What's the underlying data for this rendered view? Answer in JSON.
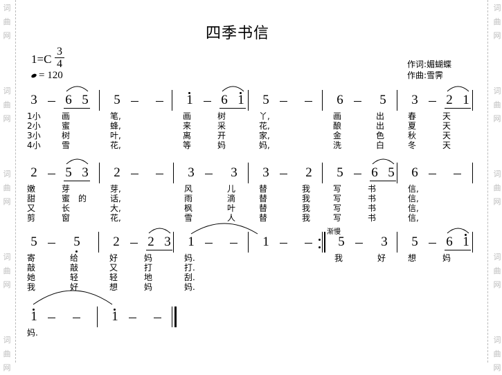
{
  "title": "四季书信",
  "key": "1=C",
  "time_signature": {
    "top": "3",
    "bottom": "4"
  },
  "tempo": {
    "note_icon": "quarter-note",
    "value": "= 120"
  },
  "lyricist": "作词:媚蝴蝶",
  "composer": "作曲:雪霁",
  "watermark": [
    "词",
    "曲",
    "网"
  ],
  "tempo_marking": "渐慢",
  "rows": [
    {
      "measures": [
        {
          "notes": [
            "3",
            "",
            "-",
            "",
            "6",
            "5"
          ],
          "slur": true,
          "ly": {
            "0": [
              "1小",
              "2小",
              "3小",
              "4小"
            ],
            "4": [
              "画",
              "蜜",
              "树",
              "雪"
            ]
          }
        },
        {
          "notes": [
            "5",
            "",
            "-",
            "",
            "-",
            ""
          ],
          "ly": {
            "0": [
              "笔,",
              "蜂,",
              "叶,",
              "花,"
            ]
          }
        },
        {
          "notes": [
            "1^",
            "",
            "-",
            "",
            "6",
            "1^"
          ],
          "slur": true,
          "ly": {
            "0": [
              "画",
              "来",
              "离",
              "等"
            ],
            "4": [
              "树",
              "采",
              "开",
              "妈"
            ]
          }
        },
        {
          "notes": [
            "5",
            "",
            "-",
            "",
            "-",
            ""
          ],
          "ly": {
            "0": [
              "丫,",
              "花,",
              "家,",
              "妈,"
            ]
          }
        },
        {
          "notes": [
            "6",
            "",
            "-",
            "",
            "5",
            ""
          ],
          "ly": {
            "0": [
              "画",
              "酿",
              "金",
              "洗"
            ],
            "4": [
              "出",
              "出",
              "色",
              "白"
            ]
          }
        },
        {
          "notes": [
            "3",
            "",
            "-",
            "",
            "2",
            "1"
          ],
          "slur": true,
          "ly": {
            "0": [
              "春",
              "夏",
              "秋",
              "冬"
            ],
            "4": [
              "天",
              "天",
              "天",
              "天"
            ]
          }
        }
      ]
    },
    {
      "measures": [
        {
          "notes": [
            "2",
            "",
            "-",
            "",
            "5",
            "3"
          ],
          "slur": true,
          "ly": {
            "0": [
              "嫩",
              "甜",
              "又",
              "剪"
            ],
            "4": [
              "芽",
              "蜜",
              "长",
              "窗"
            ],
            "5": [
              "",
              "的",
              "",
              ""
            ]
          }
        },
        {
          "notes": [
            "2",
            "",
            "-",
            "",
            "-",
            ""
          ],
          "ly": {
            "0": [
              "芽,",
              "话,",
              "大,",
              "花,"
            ]
          }
        },
        {
          "notes": [
            "3",
            "",
            "-",
            "",
            "3",
            ""
          ],
          "ly": {
            "0": [
              "风",
              "雨",
              "枫",
              "雪"
            ],
            "4": [
              "儿",
              "滴",
              "叶",
              "人"
            ]
          }
        },
        {
          "notes": [
            "3",
            "",
            "-",
            "",
            "2",
            ""
          ],
          "ly": {
            "0": [
              "替",
              "替",
              "替",
              "替"
            ],
            "4": [
              "我",
              "我",
              "我",
              "我"
            ]
          }
        },
        {
          "notes": [
            "5",
            "",
            "-",
            "",
            "6",
            "5"
          ],
          "slur": true,
          "ly": {
            "0": [
              "写",
              "写",
              "写",
              "写"
            ],
            "4": [
              "书",
              "书",
              "书",
              "书"
            ]
          }
        },
        {
          "notes": [
            "6",
            "",
            "-",
            "",
            "-",
            ""
          ],
          "ly": {
            "0": [
              "信,",
              "信,",
              "信,",
              "信,"
            ]
          }
        }
      ]
    },
    {
      "measures": [
        {
          "notes": [
            "5",
            "",
            "-",
            "",
            "5_",
            ""
          ],
          "ly": {
            "0": [
              "寄",
              "敲",
              "她",
              "我"
            ],
            "4": [
              "给",
              "敲",
              "轻",
              "好"
            ]
          }
        },
        {
          "notes": [
            "2",
            "",
            "-",
            "",
            "2",
            "3"
          ],
          "slur": true,
          "ly": {
            "0": [
              "好",
              "又",
              "轻",
              "想"
            ],
            "4": [
              "妈",
              "打",
              "地",
              "妈"
            ]
          }
        },
        {
          "notes": [
            "1",
            "",
            "-",
            "",
            "-",
            ""
          ],
          "ly": {
            "0": [
              "妈.",
              "打.",
              "刮.",
              "妈."
            ]
          }
        },
        {
          "notes": [
            "1",
            "",
            "-",
            "",
            "-",
            ""
          ],
          "ly": {}
        },
        {
          "notes": [
            "5",
            "",
            "-",
            "",
            "3",
            ""
          ],
          "ly": {
            "0": [
              "我",
              "",
              "",
              ""
            ],
            "4": [
              "好",
              "",
              "",
              ""
            ]
          }
        },
        {
          "notes": [
            "5",
            "",
            "-",
            "",
            "6",
            "1^"
          ],
          "slur": true,
          "ly": {
            "0": [
              "想",
              "",
              "",
              ""
            ],
            "4": [
              "妈",
              "",
              "",
              ""
            ]
          }
        }
      ]
    },
    {
      "measures": [
        {
          "notes": [
            "1^",
            "",
            "-",
            "",
            "-",
            ""
          ],
          "ly": {
            "0": [
              "妈.",
              "",
              "",
              ""
            ]
          }
        },
        {
          "notes": [
            "1^",
            "",
            "-",
            "",
            "-",
            ""
          ],
          "ly": {}
        }
      ]
    }
  ]
}
